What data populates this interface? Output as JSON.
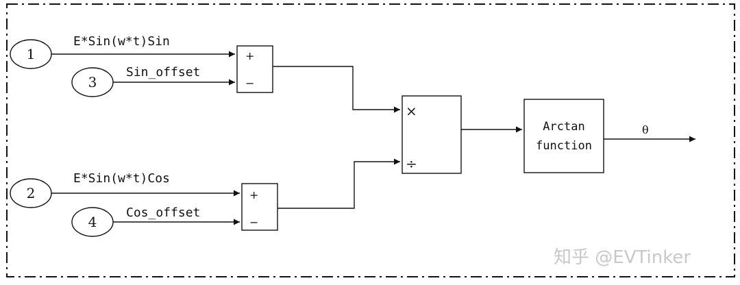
{
  "inputs": [
    {
      "id": "1",
      "signal": "E*Sin(w*t)Sin"
    },
    {
      "id": "3",
      "signal": "Sin_offset"
    },
    {
      "id": "2",
      "signal": "E*Sin(w*t)Cos"
    },
    {
      "id": "4",
      "signal": "Cos_offset"
    }
  ],
  "sum_blocks": [
    {
      "plus": "+",
      "minus": "−"
    },
    {
      "plus": "+",
      "minus": "−"
    }
  ],
  "product_block": {
    "multiply": "×",
    "divide": "÷"
  },
  "arctan_block": {
    "line1": "Arctan",
    "line2": "function"
  },
  "output": {
    "label": "θ"
  },
  "watermark": "知乎 @EVTinker"
}
